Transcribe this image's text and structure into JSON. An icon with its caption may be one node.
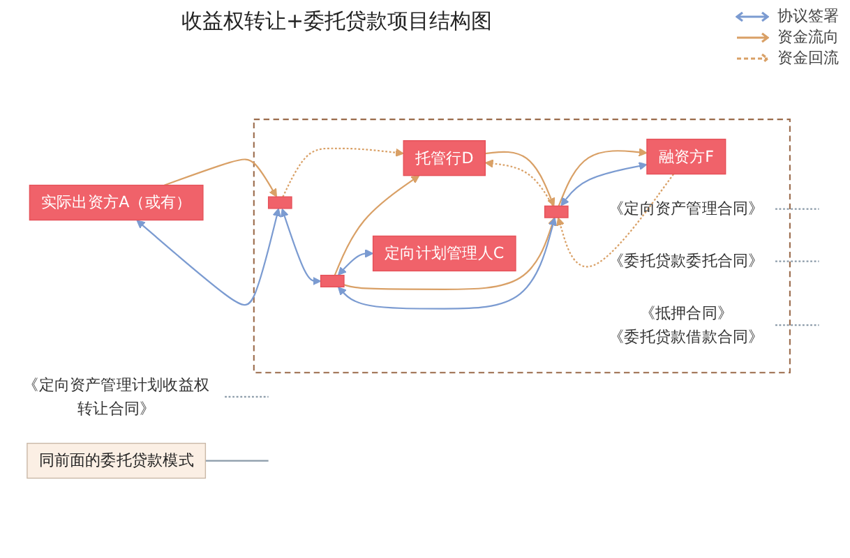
{
  "diagram": {
    "title": "收益权转让+委托贷款项目结构图",
    "nodes": [
      {
        "text": [],
        "shape": "box"
      },
      {
        "text": [
          "托管行D"
        ],
        "in": 0
      },
      {
        "text": [
          "实际出资方A（或有）"
        ]
      },
      {
        "text": [],
        "shape": "box",
        "in": 0
      },
      {
        "text": [],
        "shape": "box",
        "in": 0
      },
      {
        "text": [],
        "shape": "box",
        "in": 0
      },
      {
        "text": [
          "融资方F"
        ],
        "in": 0
      },
      {
        "text": [
          "《定向资产管理计划收益权转让合同》"
        ]
      },
      {
        "text": [
          "《定向资产管理合同》"
        ],
        "in": 0
      },
      {
        "text": [
          "定向计划管理人C"
        ],
        "in": 0
      },
      {
        "text": [
          "《委托贷款委托合同》"
        ],
        "in": 0
      },
      {
        "text": [
          "《抵押合同》",
          "《委托贷款借款合同》"
        ],
        "in": 0
      },
      {
        "text": [
          "同前面的委托贷款模式"
        ]
      }
    ],
    "edges": [
      {
        "from": 2,
        "to": 3,
        "arrow": "to"
      },
      {
        "from": 2,
        "to": 3,
        "arrow": "both",
        "color": "#7b9bd1"
      },
      {
        "from": 3,
        "to": 1,
        "arrow": "to",
        "style": "dashed"
      },
      {
        "from": 3,
        "to": 4,
        "arrow": "both",
        "color": "#7b9bd1"
      },
      {
        "from": 4,
        "to": 1,
        "arrow": "to"
      },
      {
        "from": 4,
        "to": 9,
        "arrow": "both",
        "color": "#7b9bd1"
      },
      {
        "from": 1,
        "to": 5,
        "arrow": "to"
      },
      {
        "from": 5,
        "to": 1,
        "arrow": "to",
        "style": "dashed"
      },
      {
        "from": 4,
        "to": 5,
        "arrow": "to"
      },
      {
        "from": 4,
        "to": 5,
        "arrow": "both",
        "color": "#7b9bd1"
      },
      {
        "from": 5,
        "to": 6,
        "arrow": "to"
      },
      {
        "from": 6,
        "to": 5,
        "arrow": "to",
        "style": "dashed"
      },
      {
        "from": 5,
        "to": 6,
        "arrow": "both",
        "color": "#7b9bd1"
      },
      {
        "from": 7,
        "to": null,
        "arrow": "none",
        "style": "dashed",
        "color": "#8a9aa8"
      },
      {
        "from": 8,
        "to": null,
        "arrow": "none",
        "style": "dashed",
        "color": "#8a9aa8"
      },
      {
        "from": 10,
        "to": null,
        "arrow": "none",
        "style": "dashed",
        "color": "#8a9aa8"
      },
      {
        "from": 11,
        "to": null,
        "arrow": "none",
        "style": "dashed",
        "color": "#8a9aa8"
      },
      {
        "from": 12,
        "to": null,
        "arrow": "none",
        "color": "#8a9aa8"
      }
    ],
    "legend": [
      {
        "text": "协议签署"
      },
      {
        "text": "资金流向"
      },
      {
        "text": "资金回流"
      }
    ]
  }
}
